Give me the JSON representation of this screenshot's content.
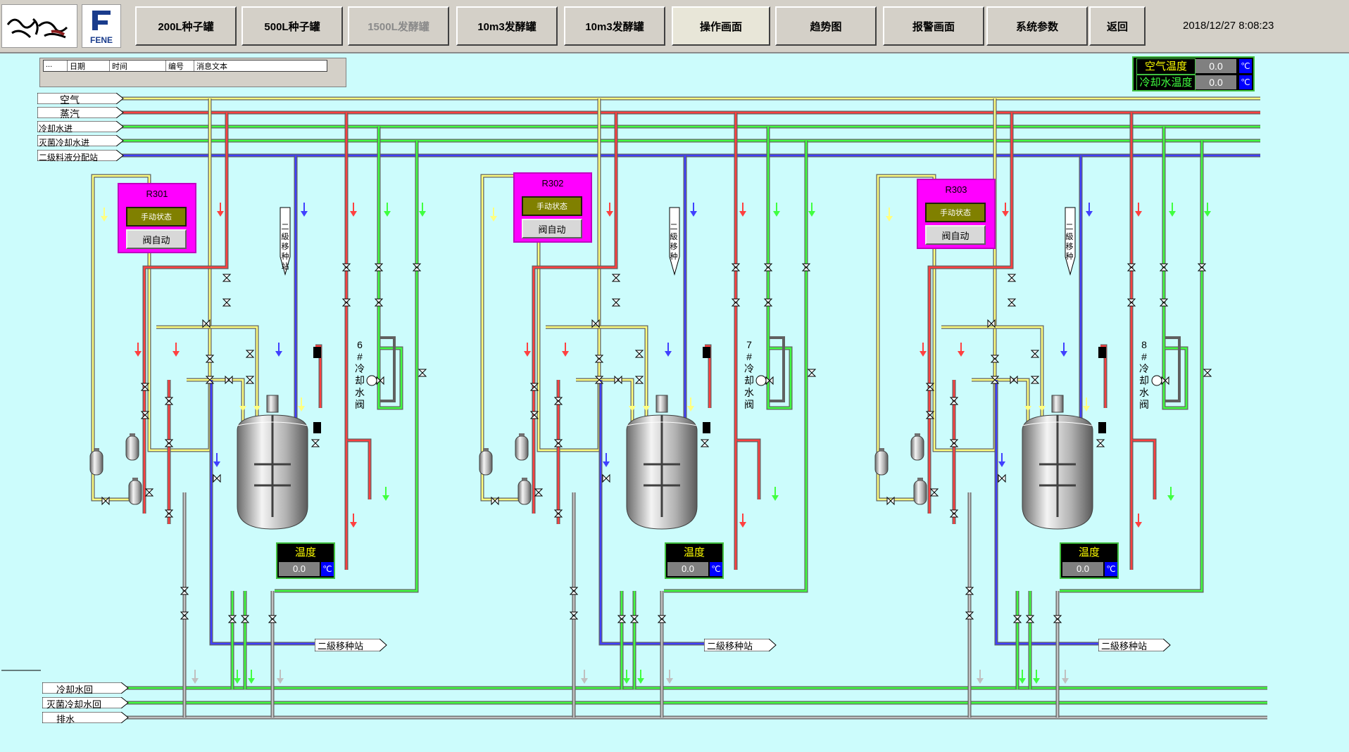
{
  "window": {
    "datetime": "2018/12/27 8:08:23",
    "logo_brand": "FENE",
    "logo_brand_icon": "fene-logo-icon",
    "logo_calligraphy_icon": "calligraphy-logo-icon"
  },
  "nav": [
    {
      "label": "200L种子罐",
      "state": "normal"
    },
    {
      "label": "500L种子罐",
      "state": "normal"
    },
    {
      "label": "1500L发酵罐",
      "state": "disabled"
    },
    {
      "label": "10m3发酵罐",
      "state": "normal"
    },
    {
      "label": "10m3发酵罐",
      "state": "normal"
    },
    {
      "label": "操作画面",
      "state": "active"
    },
    {
      "label": "趋势图",
      "state": "normal"
    },
    {
      "label": "报警画面",
      "state": "normal"
    },
    {
      "label": "系统参数",
      "state": "normal"
    },
    {
      "label": "返回",
      "state": "normal"
    }
  ],
  "alarm_table": {
    "columns": [
      "...",
      "日期",
      "时间",
      "编号",
      "消息文本"
    ]
  },
  "ambient": {
    "air_label": "空气温度",
    "air_value": "0.0",
    "water_label": "冷却水温度",
    "water_value": "0.0",
    "unit": "℃"
  },
  "headers": [
    "空气",
    "蒸汽",
    "冷却水进",
    "灭菌冷却水进",
    "二级料液分配站"
  ],
  "footers": [
    "冷却水回",
    "灭菌冷却水回",
    "排水"
  ],
  "reactors": [
    {
      "id": "R301",
      "mode": "手动状态",
      "valve_mode": "阀自动",
      "temp_label": "温度",
      "temp_value": "0.0",
      "unit": "℃",
      "valve_label": "6#冷却水阀",
      "transfer_label": "二級移种站",
      "seed_label": "二級移种站"
    },
    {
      "id": "R302",
      "mode": "手动状态",
      "valve_mode": "阀自动",
      "temp_label": "温度",
      "temp_value": "0.0",
      "unit": "℃",
      "valve_label": "7#冷却水阀",
      "transfer_label": "二級移种站",
      "seed_label": "二級移种"
    },
    {
      "id": "R303",
      "mode": "手动状态",
      "valve_mode": "阀自动",
      "temp_label": "温度",
      "temp_value": "0.0",
      "unit": "℃",
      "valve_label": "8#冷却水阀",
      "transfer_label": "二級移种站",
      "seed_label": "二級移种"
    }
  ],
  "colors": {
    "background": "#ccfcfc",
    "air": "#ffff80",
    "steam": "#ff4040",
    "cooling": "#40ff40",
    "transfer": "#4040ff",
    "drain": "#c0c0c0",
    "panel": "#ff00ff"
  }
}
